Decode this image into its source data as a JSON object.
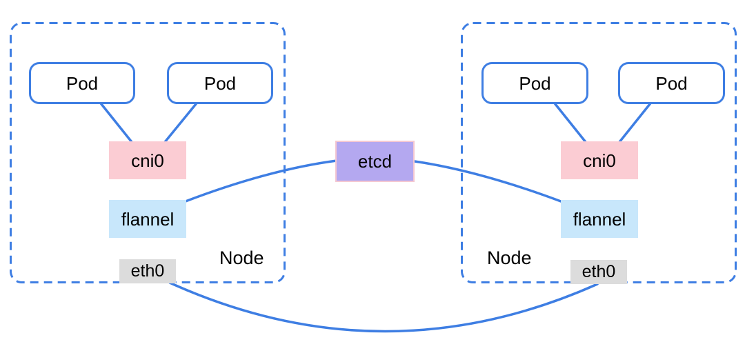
{
  "colors": {
    "line": "#3e7ee3",
    "node_border": "#3e7ee3",
    "pod_fill": "#ffffff",
    "pod_border": "#3e7ee3",
    "cni0_fill": "#fbccd3",
    "flannel_fill": "#c8e7fb",
    "eth0_fill": "#dcdcdc",
    "etcd_fill": "#b4a8f0",
    "etcd_border": "#f4c8d2",
    "text": "#000000"
  },
  "etcd": {
    "label": "etcd"
  },
  "nodes": [
    {
      "label": "Node",
      "pods": [
        {
          "label": "Pod"
        },
        {
          "label": "Pod"
        }
      ],
      "bridge": {
        "label": "cni0"
      },
      "overlay": {
        "label": "flannel"
      },
      "interface": {
        "label": "eth0"
      }
    },
    {
      "label": "Node",
      "pods": [
        {
          "label": "Pod"
        },
        {
          "label": "Pod"
        }
      ],
      "bridge": {
        "label": "cni0"
      },
      "overlay": {
        "label": "flannel"
      },
      "interface": {
        "label": "eth0"
      }
    }
  ]
}
